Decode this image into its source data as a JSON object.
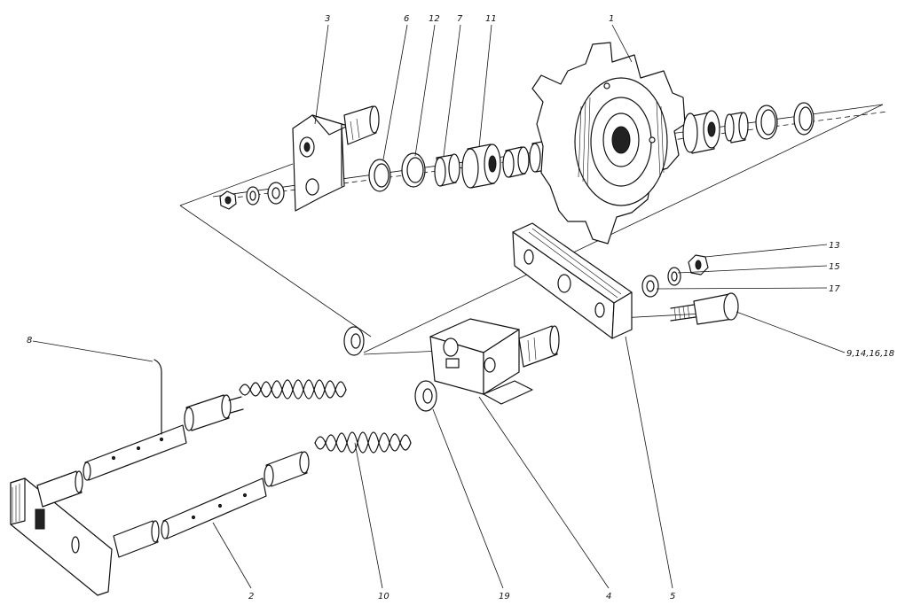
{
  "labels": {
    "l1": "1",
    "l3": "3",
    "l6": "6",
    "l12": "12",
    "l7": "7",
    "l11": "11",
    "l13": "13",
    "l15": "15",
    "l17": "17",
    "l9": "9,14,16,18",
    "l8": "8",
    "l2": "2",
    "l10": "10",
    "l19": "19",
    "l4": "4",
    "l5": "5"
  }
}
